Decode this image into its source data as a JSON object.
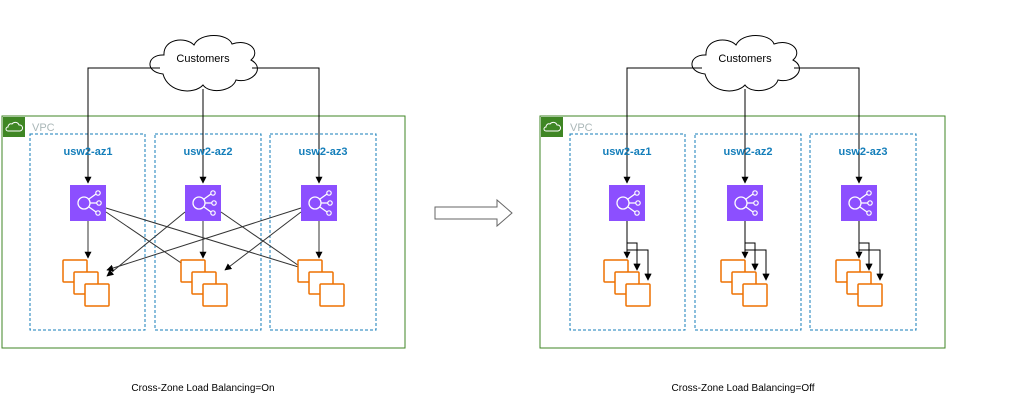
{
  "colors": {
    "vpc_border": "#3f8624",
    "az_border": "#147eba",
    "az_text": "#147eba",
    "vpc_text": "#aab7b8",
    "elb_fill": "#8c4fff",
    "instance_stroke": "#ed7100",
    "arrow": "#000000"
  },
  "icons": {
    "vpc": "vpc-cloud-icon",
    "load_balancer": "elastic-load-balancing-icon",
    "instances": "ec2-instances-icon",
    "transition": "hollow-right-arrow-icon"
  },
  "left": {
    "cloud_label": "Customers",
    "vpc_label": "VPC",
    "az_labels": [
      "usw2-az1",
      "usw2-az2",
      "usw2-az3"
    ],
    "caption": "Cross-Zone Load Balancing=On"
  },
  "right": {
    "cloud_label": "Customers",
    "vpc_label": "VPC",
    "az_labels": [
      "usw2-az1",
      "usw2-az2",
      "usw2-az3"
    ],
    "caption": "Cross-Zone Load Balancing=Off"
  }
}
